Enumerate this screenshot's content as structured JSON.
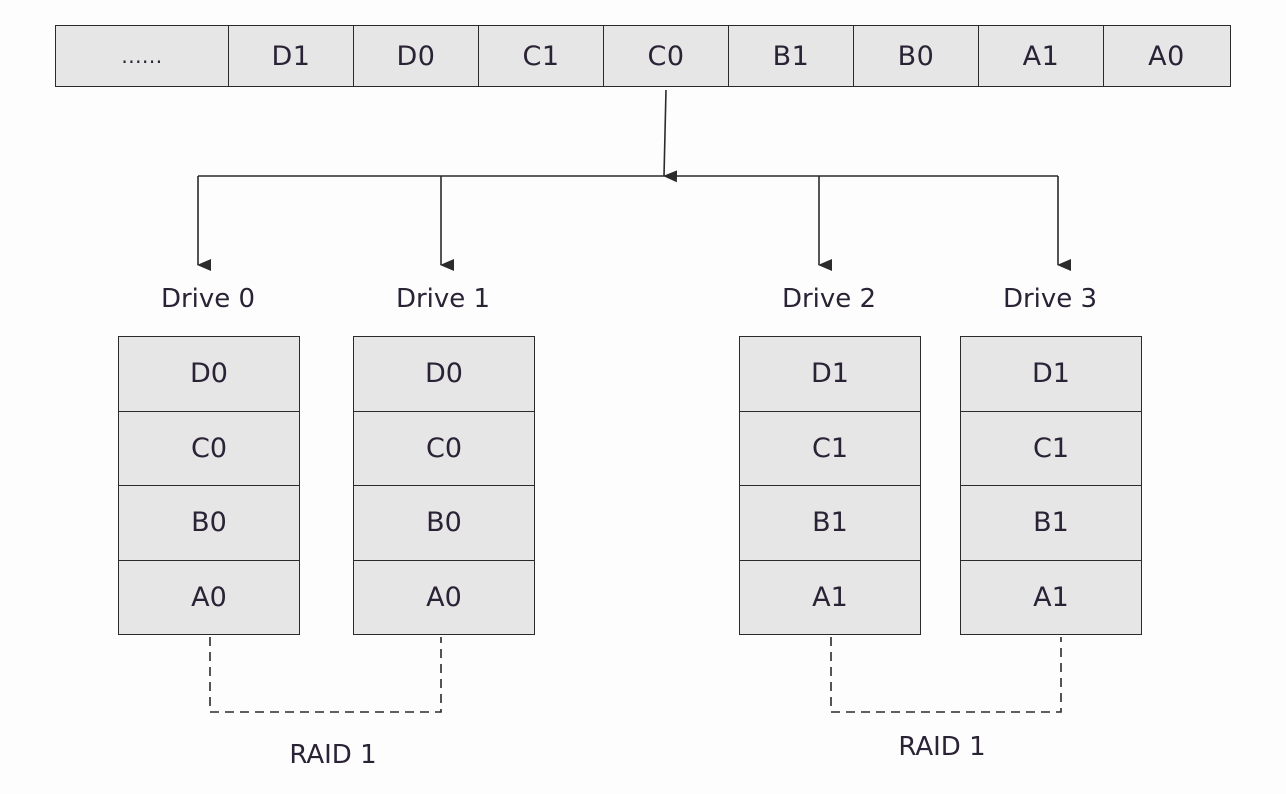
{
  "stream": {
    "cells": [
      "......",
      "D1",
      "D0",
      "C1",
      "C0",
      "B1",
      "B0",
      "A1",
      "A0"
    ]
  },
  "drives": [
    {
      "label": "Drive 0",
      "blocks": [
        "D0",
        "C0",
        "B0",
        "A0"
      ]
    },
    {
      "label": "Drive 1",
      "blocks": [
        "D0",
        "C0",
        "B0",
        "A0"
      ]
    },
    {
      "label": "Drive 2",
      "blocks": [
        "D1",
        "C1",
        "B1",
        "A1"
      ]
    },
    {
      "label": "Drive 3",
      "blocks": [
        "D1",
        "C1",
        "B1",
        "A1"
      ]
    }
  ],
  "raid_groups": [
    {
      "label": "RAID 1"
    },
    {
      "label": "RAID 1"
    }
  ],
  "colors": {
    "cell_fill": "#e6e6e6",
    "line": "#2b2b2b",
    "text": "#2a2235"
  }
}
